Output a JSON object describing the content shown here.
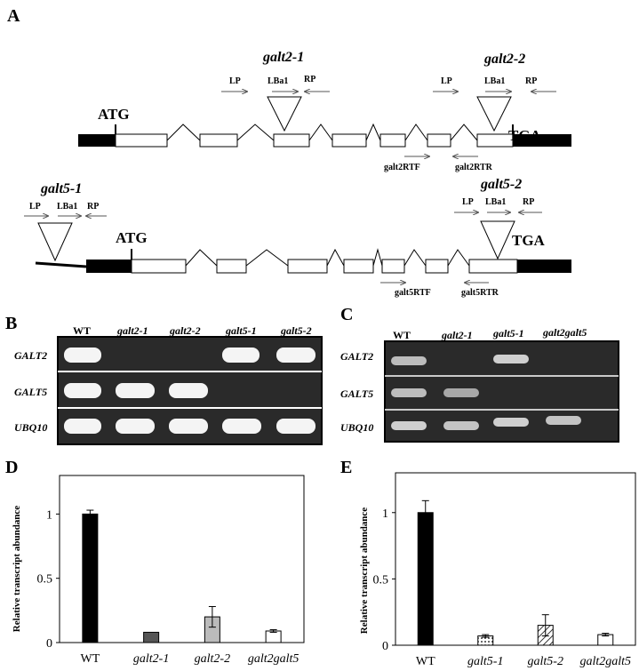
{
  "panels": {
    "A": "A",
    "B": "B",
    "C": "C",
    "D": "D",
    "E": "E"
  },
  "geneA": {
    "name1": "galt2-1",
    "name2": "galt2-2",
    "atg": "ATG",
    "tga": "TGA",
    "lp": "LP",
    "lba1": "LBa1",
    "rp": "RP",
    "rtf": "galt2RTF",
    "rtr": "galt2RTR"
  },
  "geneB": {
    "name1": "galt5-1",
    "name2": "galt5-2",
    "atg": "ATG",
    "tga": "TGA",
    "lp": "LP",
    "lba1": "LBa1",
    "rp": "RP",
    "rtf": "galt5RTF",
    "rtr": "galt5RTR"
  },
  "gelB": {
    "lanes": [
      "WT",
      "galt2-1",
      "galt2-2",
      "galt5-1",
      "galt5-2"
    ],
    "rows": [
      "GALT2",
      "GALT5",
      "UBQ10"
    ]
  },
  "gelC": {
    "lanes": [
      "WT",
      "galt2-1",
      "galt5-1",
      "galt2galt5"
    ],
    "rows": [
      "GALT2",
      "GALT5",
      "UBQ10"
    ]
  },
  "chart_data": [
    {
      "type": "bar",
      "ylabel": "Relative transcript abundance",
      "categories": [
        "WT",
        "galt2-1",
        "galt2-2",
        "galt2galt5"
      ],
      "values": [
        1.0,
        0.08,
        0.2,
        0.09
      ],
      "errors": [
        0.03,
        0.0,
        0.08,
        0.01
      ],
      "ylim": [
        0,
        1.3
      ],
      "yticks": [
        "0",
        "0.5",
        "1"
      ],
      "colors": [
        "#000000",
        "#555555",
        "#bbbbbb",
        "#ffffff"
      ]
    },
    {
      "type": "bar",
      "ylabel": "Relative transcript abundance",
      "categories": [
        "WT",
        "galt5-1",
        "galt5-2",
        "galt2galt5"
      ],
      "values": [
        1.0,
        0.07,
        0.15,
        0.08
      ],
      "errors": [
        0.09,
        0.01,
        0.08,
        0.01
      ],
      "ylim": [
        0,
        1.3
      ],
      "yticks": [
        "0",
        "0.5",
        "1"
      ],
      "colors": [
        "#000000",
        "dots",
        "hatch",
        "#ffffff"
      ]
    }
  ]
}
